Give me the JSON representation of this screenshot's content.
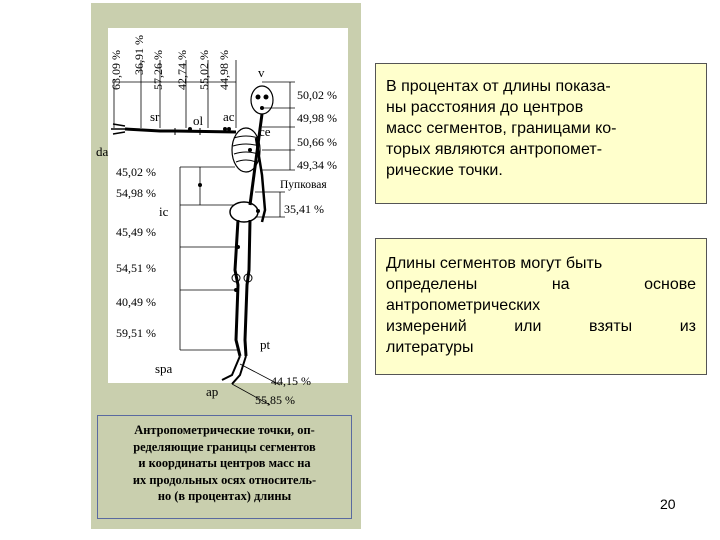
{
  "figure": {
    "top_percents": [
      "63,09 %",
      "36,91 %",
      "57,26 %",
      "42,74 %",
      "55,02 %",
      "44,98 %"
    ],
    "labels": {
      "v": "v",
      "sr": "sr",
      "ol": "ol",
      "ac": "ac",
      "ce": "ce",
      "da": "da",
      "ic": "ic",
      "pt": "pt",
      "spa": "spa",
      "ap": "ap",
      "navel": "Пупковая"
    },
    "right_percents": [
      "50,02 %",
      "49,98 %",
      "50,66 %",
      "49,34 %",
      "35,41 %",
      "44,15 %",
      "55,85 %"
    ],
    "left_percents": [
      "45,02 %",
      "54,98 %",
      "45,49 %",
      "54,51 %",
      "40,49 %",
      "59,51 %"
    ],
    "caption": [
      "Антропометрические точки, оп-",
      "ределяющие границы сегментов",
      "и координаты центров масс на",
      "их продольных осях относитель-",
      "но (в процентах) длины"
    ]
  },
  "text_box_1": {
    "lines": [
      "В процентах от длины показа-",
      "ны расстояния до центров",
      "масс сегментов, границами ко-",
      "торых являются антропомет-",
      "рические точки."
    ]
  },
  "text_box_2": {
    "rows": [
      [
        "Длины сегментов могут быть"
      ],
      [
        "определены",
        "на",
        "основе"
      ],
      [
        "антропометрических"
      ],
      [
        "измерений",
        "или",
        "взяты",
        "из"
      ],
      [
        "литературы"
      ]
    ]
  },
  "page_number": "20",
  "colors": {
    "figure_bg": "#c9cfae",
    "box_bg": "#ffffcc",
    "caption_border": "#5a6aa0"
  }
}
